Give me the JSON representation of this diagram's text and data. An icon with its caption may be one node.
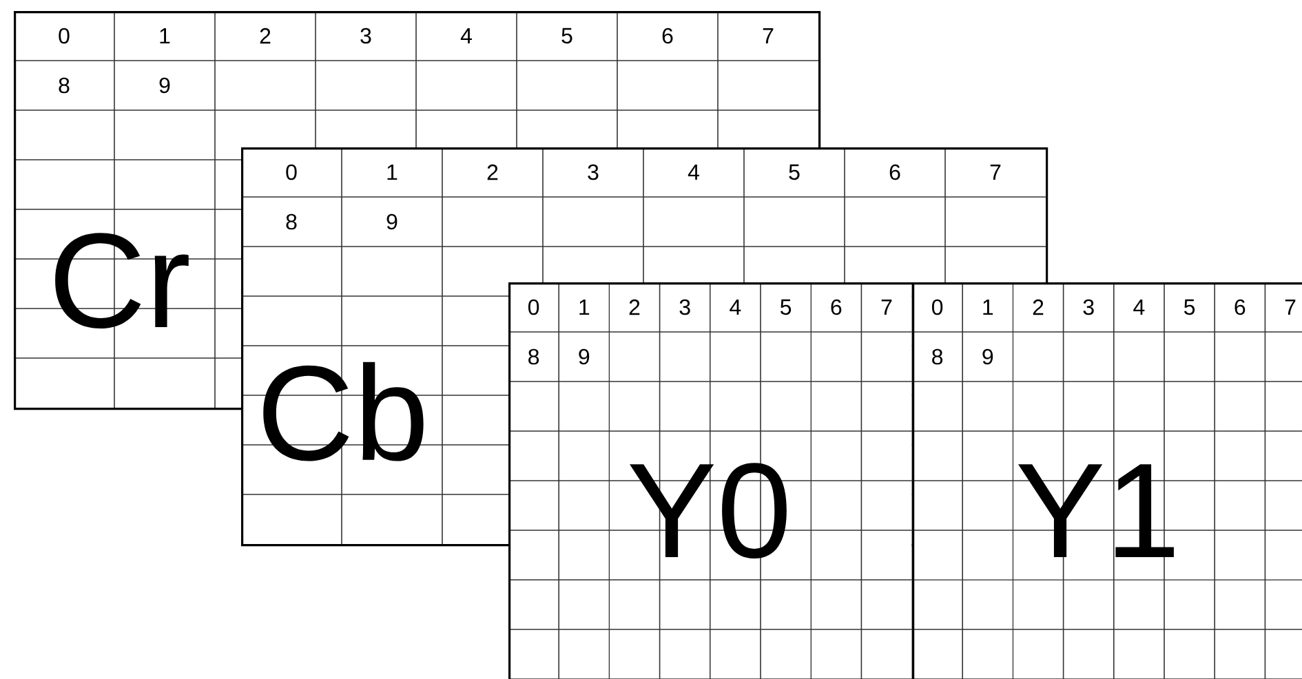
{
  "diagram": {
    "nodes": [
      {
        "text": [
          "Cr"
        ]
      },
      {
        "text": [
          "0"
        ],
        "in": 0
      },
      {
        "text": [
          "1"
        ],
        "in": 0
      },
      {
        "text": [
          "2"
        ],
        "in": 0
      },
      {
        "text": [
          "3"
        ],
        "in": 0
      },
      {
        "text": [
          "4"
        ],
        "in": 0
      },
      {
        "text": [
          "5"
        ],
        "in": 0
      },
      {
        "text": [
          "6"
        ],
        "in": 0
      },
      {
        "text": [
          "7"
        ],
        "in": 0
      },
      {
        "text": [
          "8"
        ],
        "in": 0
      },
      {
        "text": [
          "9"
        ],
        "in": 0
      },
      {
        "text": [
          "Cb"
        ]
      },
      {
        "text": [
          "0"
        ]
      },
      {
        "text": [
          "1"
        ]
      },
      {
        "text": [
          "2"
        ]
      },
      {
        "text": [
          "3"
        ]
      },
      {
        "text": [
          "4"
        ]
      },
      {
        "text": [
          "5"
        ]
      },
      {
        "text": [
          "6"
        ],
        "in": 11
      },
      {
        "text": [
          "7"
        ],
        "in": 11
      },
      {
        "text": [
          "8"
        ]
      },
      {
        "text": [
          "9"
        ]
      },
      {
        "text": [
          "Y0"
        ]
      },
      {
        "text": [
          "0"
        ]
      },
      {
        "text": [
          "1"
        ]
      },
      {
        "text": [
          "2"
        ]
      },
      {
        "text": [
          "3"
        ]
      },
      {
        "text": [
          "4"
        ]
      },
      {
        "text": [
          "5"
        ]
      },
      {
        "text": [
          "6"
        ]
      },
      {
        "text": [
          "7"
        ]
      },
      {
        "text": [
          "8"
        ]
      },
      {
        "text": [
          "9"
        ]
      },
      {
        "text": [
          "Y1"
        ]
      },
      {
        "text": [
          "0"
        ]
      },
      {
        "text": [
          "1"
        ]
      },
      {
        "text": [
          "2"
        ]
      },
      {
        "text": [
          "3"
        ],
        "in": 33
      },
      {
        "text": [
          "4"
        ],
        "in": 33
      },
      {
        "text": [
          "5"
        ],
        "in": 33
      },
      {
        "text": [
          "6"
        ],
        "in": 33
      },
      {
        "text": [
          "7"
        ],
        "in": 33
      },
      {
        "text": [
          "8"
        ]
      },
      {
        "text": [
          "9"
        ]
      }
    ]
  }
}
